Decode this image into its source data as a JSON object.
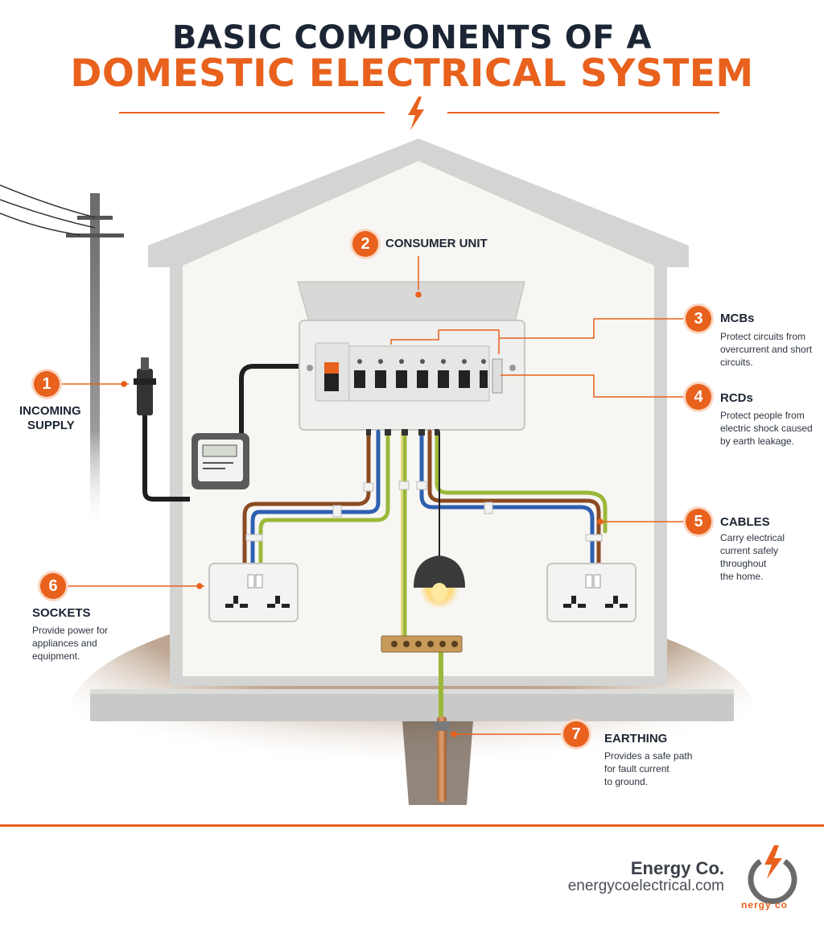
{
  "title": {
    "line1": "BASIC COMPONENTS OF A",
    "line2": "DOMESTIC ELECTRICAL SYSTEM"
  },
  "components": [
    {
      "number": "1",
      "label_line1": "INCOMING",
      "label_line2": "SUPPLY",
      "description": []
    },
    {
      "number": "2",
      "label_line1": "CONSUMER UNIT",
      "description": []
    },
    {
      "number": "3",
      "label_line1": "MCBs",
      "description": [
        "Protect circuits from",
        "overcurrent and short",
        "circuits."
      ]
    },
    {
      "number": "4",
      "label_line1": "RCDs",
      "description": [
        "Protect people from",
        "electric shock caused",
        "by earth leakage."
      ]
    },
    {
      "number": "5",
      "label_line1": "CABLES",
      "description": [
        "Carry electrical",
        "current safely",
        "throughout",
        "the home."
      ]
    },
    {
      "number": "6",
      "label_line1": "SOCKETS",
      "description": [
        "Provide power for",
        "appliances and",
        "equipment."
      ]
    },
    {
      "number": "7",
      "label_line1": "EARTHING",
      "description": [
        "Provides a safe path",
        "for fault current",
        "to ground."
      ]
    }
  ],
  "brand": {
    "name": "Energy Co.",
    "url": "energycoelectrical.com",
    "logo_text": "nergy co"
  },
  "colors": {
    "accent": "#e8611d",
    "dark_text": "#1c2533",
    "wall": "#f7f6f3",
    "live_wire": "#8b4a22",
    "neutral_wire": "#2f5fb0",
    "earth_wire": "#9cb83a",
    "soil": "#8a6a4e"
  },
  "icons": [
    "lightning-bolt-icon",
    "power-logo-icon"
  ]
}
